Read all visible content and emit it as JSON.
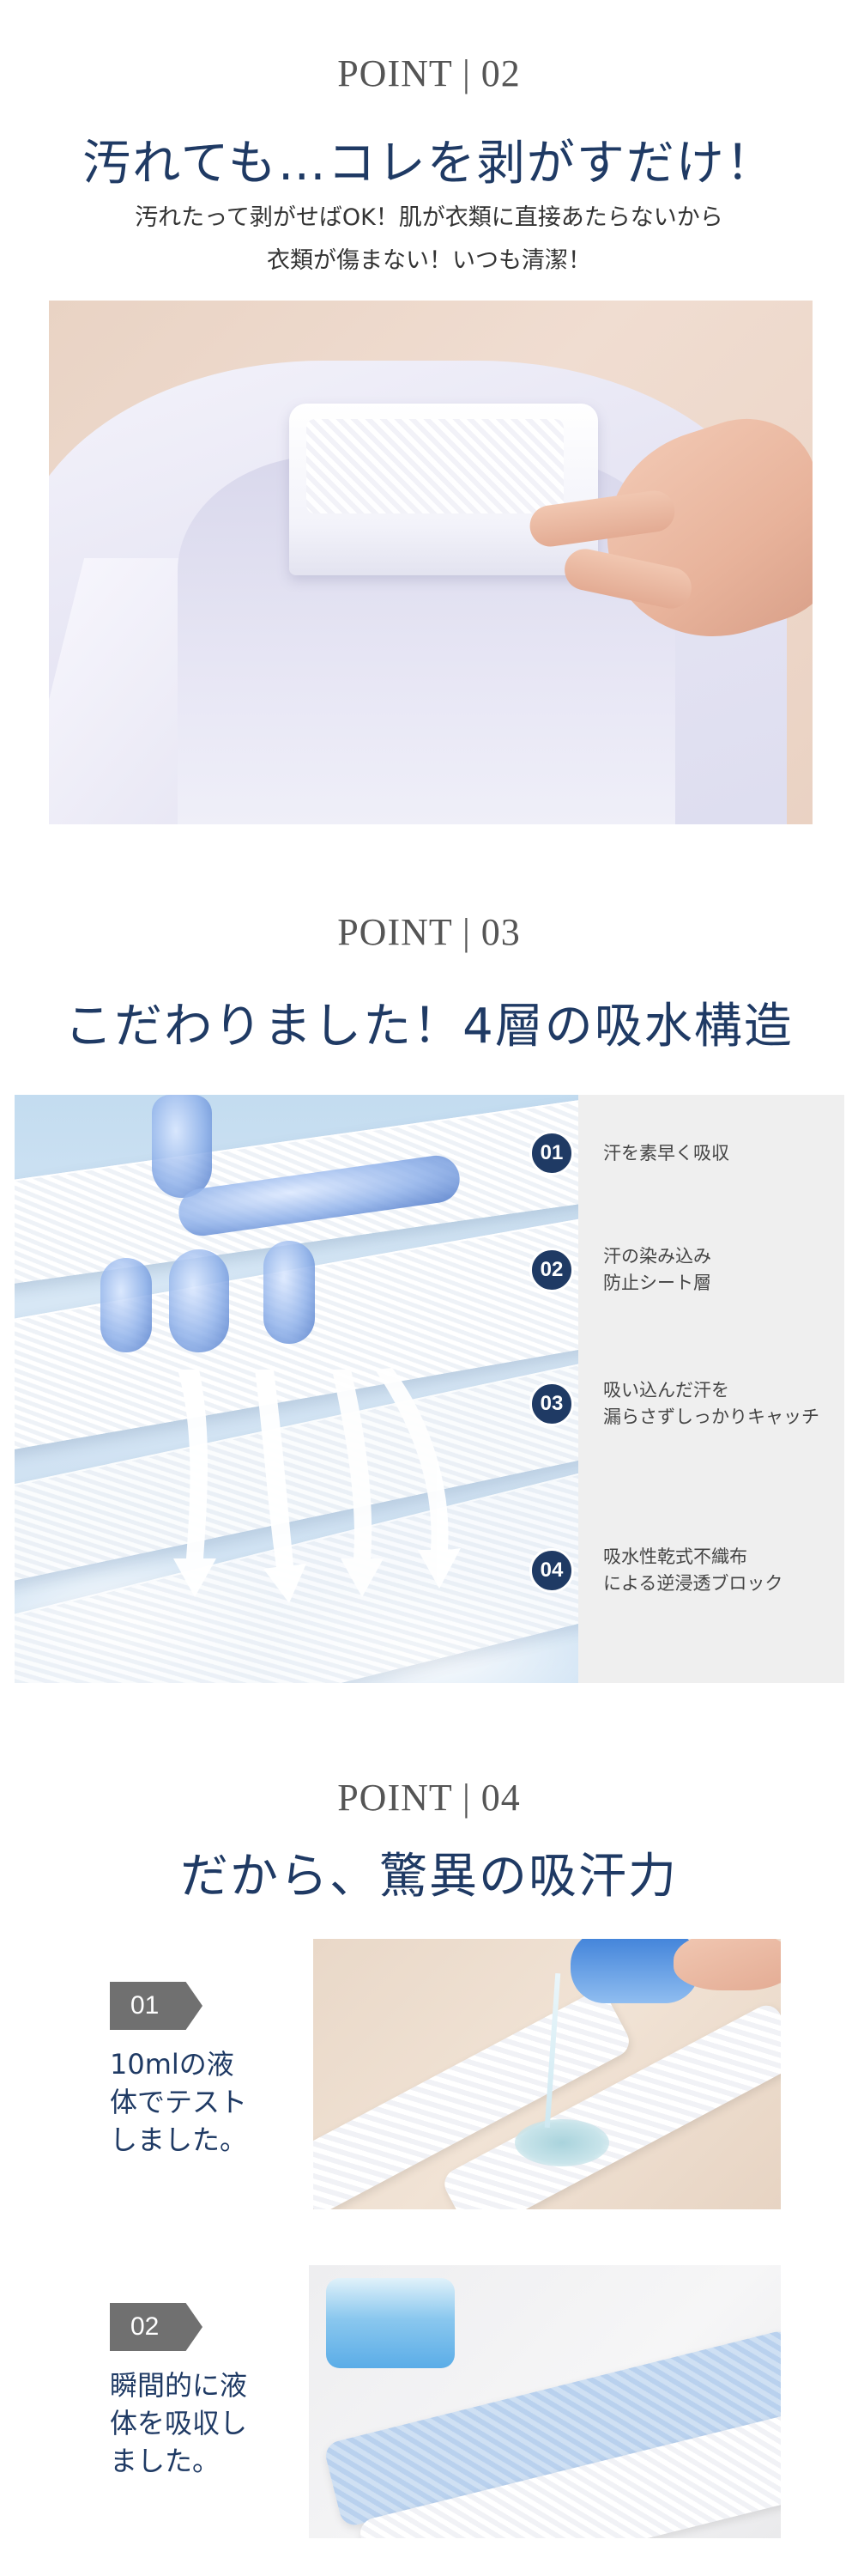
{
  "point02": {
    "label": "POINT | 02",
    "headline": "汚れても…コレを剥がすだけ！",
    "subtext_lines": [
      "汚れたって剥がせばOK！肌が衣類に直接あたらないから",
      "衣類が傷まない！いつも清潔！"
    ]
  },
  "point03": {
    "label": "POINT | 03",
    "headline": "こだわりました！4層の吸水構造",
    "layers": [
      {
        "number": "01",
        "lines": [
          "汗を素早く吸収"
        ]
      },
      {
        "number": "02",
        "lines": [
          "汗の染み込み",
          "防止シート層"
        ]
      },
      {
        "number": "03",
        "lines": [
          "吸い込んだ汗を",
          "漏らさずしっかりキャッチ"
        ]
      },
      {
        "number": "04",
        "lines": [
          "吸水性乾式不織布",
          "による逆浸透ブロック"
        ]
      }
    ]
  },
  "point04": {
    "label": "POINT | 04",
    "headline": "だから、驚異の吸汗力",
    "tests": [
      {
        "number": "01",
        "lines": [
          "10mlの液",
          "体でテスト",
          "しました。"
        ]
      },
      {
        "number": "02",
        "lines": [
          "瞬間的に液",
          "体を吸収し",
          "ました。"
        ]
      }
    ]
  },
  "colors": {
    "headline": "#1f3a64",
    "step_badge": "#1f3a64",
    "tag": "#707070"
  }
}
